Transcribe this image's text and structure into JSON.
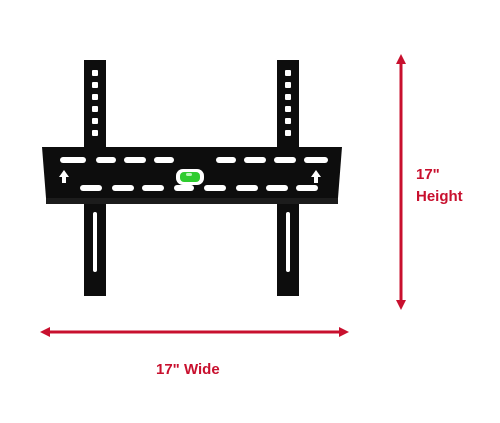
{
  "colors": {
    "dimension_red": "#c8102e",
    "bracket_black": "#0d0d0d",
    "level_green": "#2ecc2e",
    "background": "#ffffff"
  },
  "dimensions": {
    "height": {
      "value": "17\"",
      "word": "Height"
    },
    "width": {
      "text": "17\" Wide"
    }
  },
  "icons": {
    "arrow": "up-arrow-icon",
    "level": "bubble-level-icon"
  }
}
